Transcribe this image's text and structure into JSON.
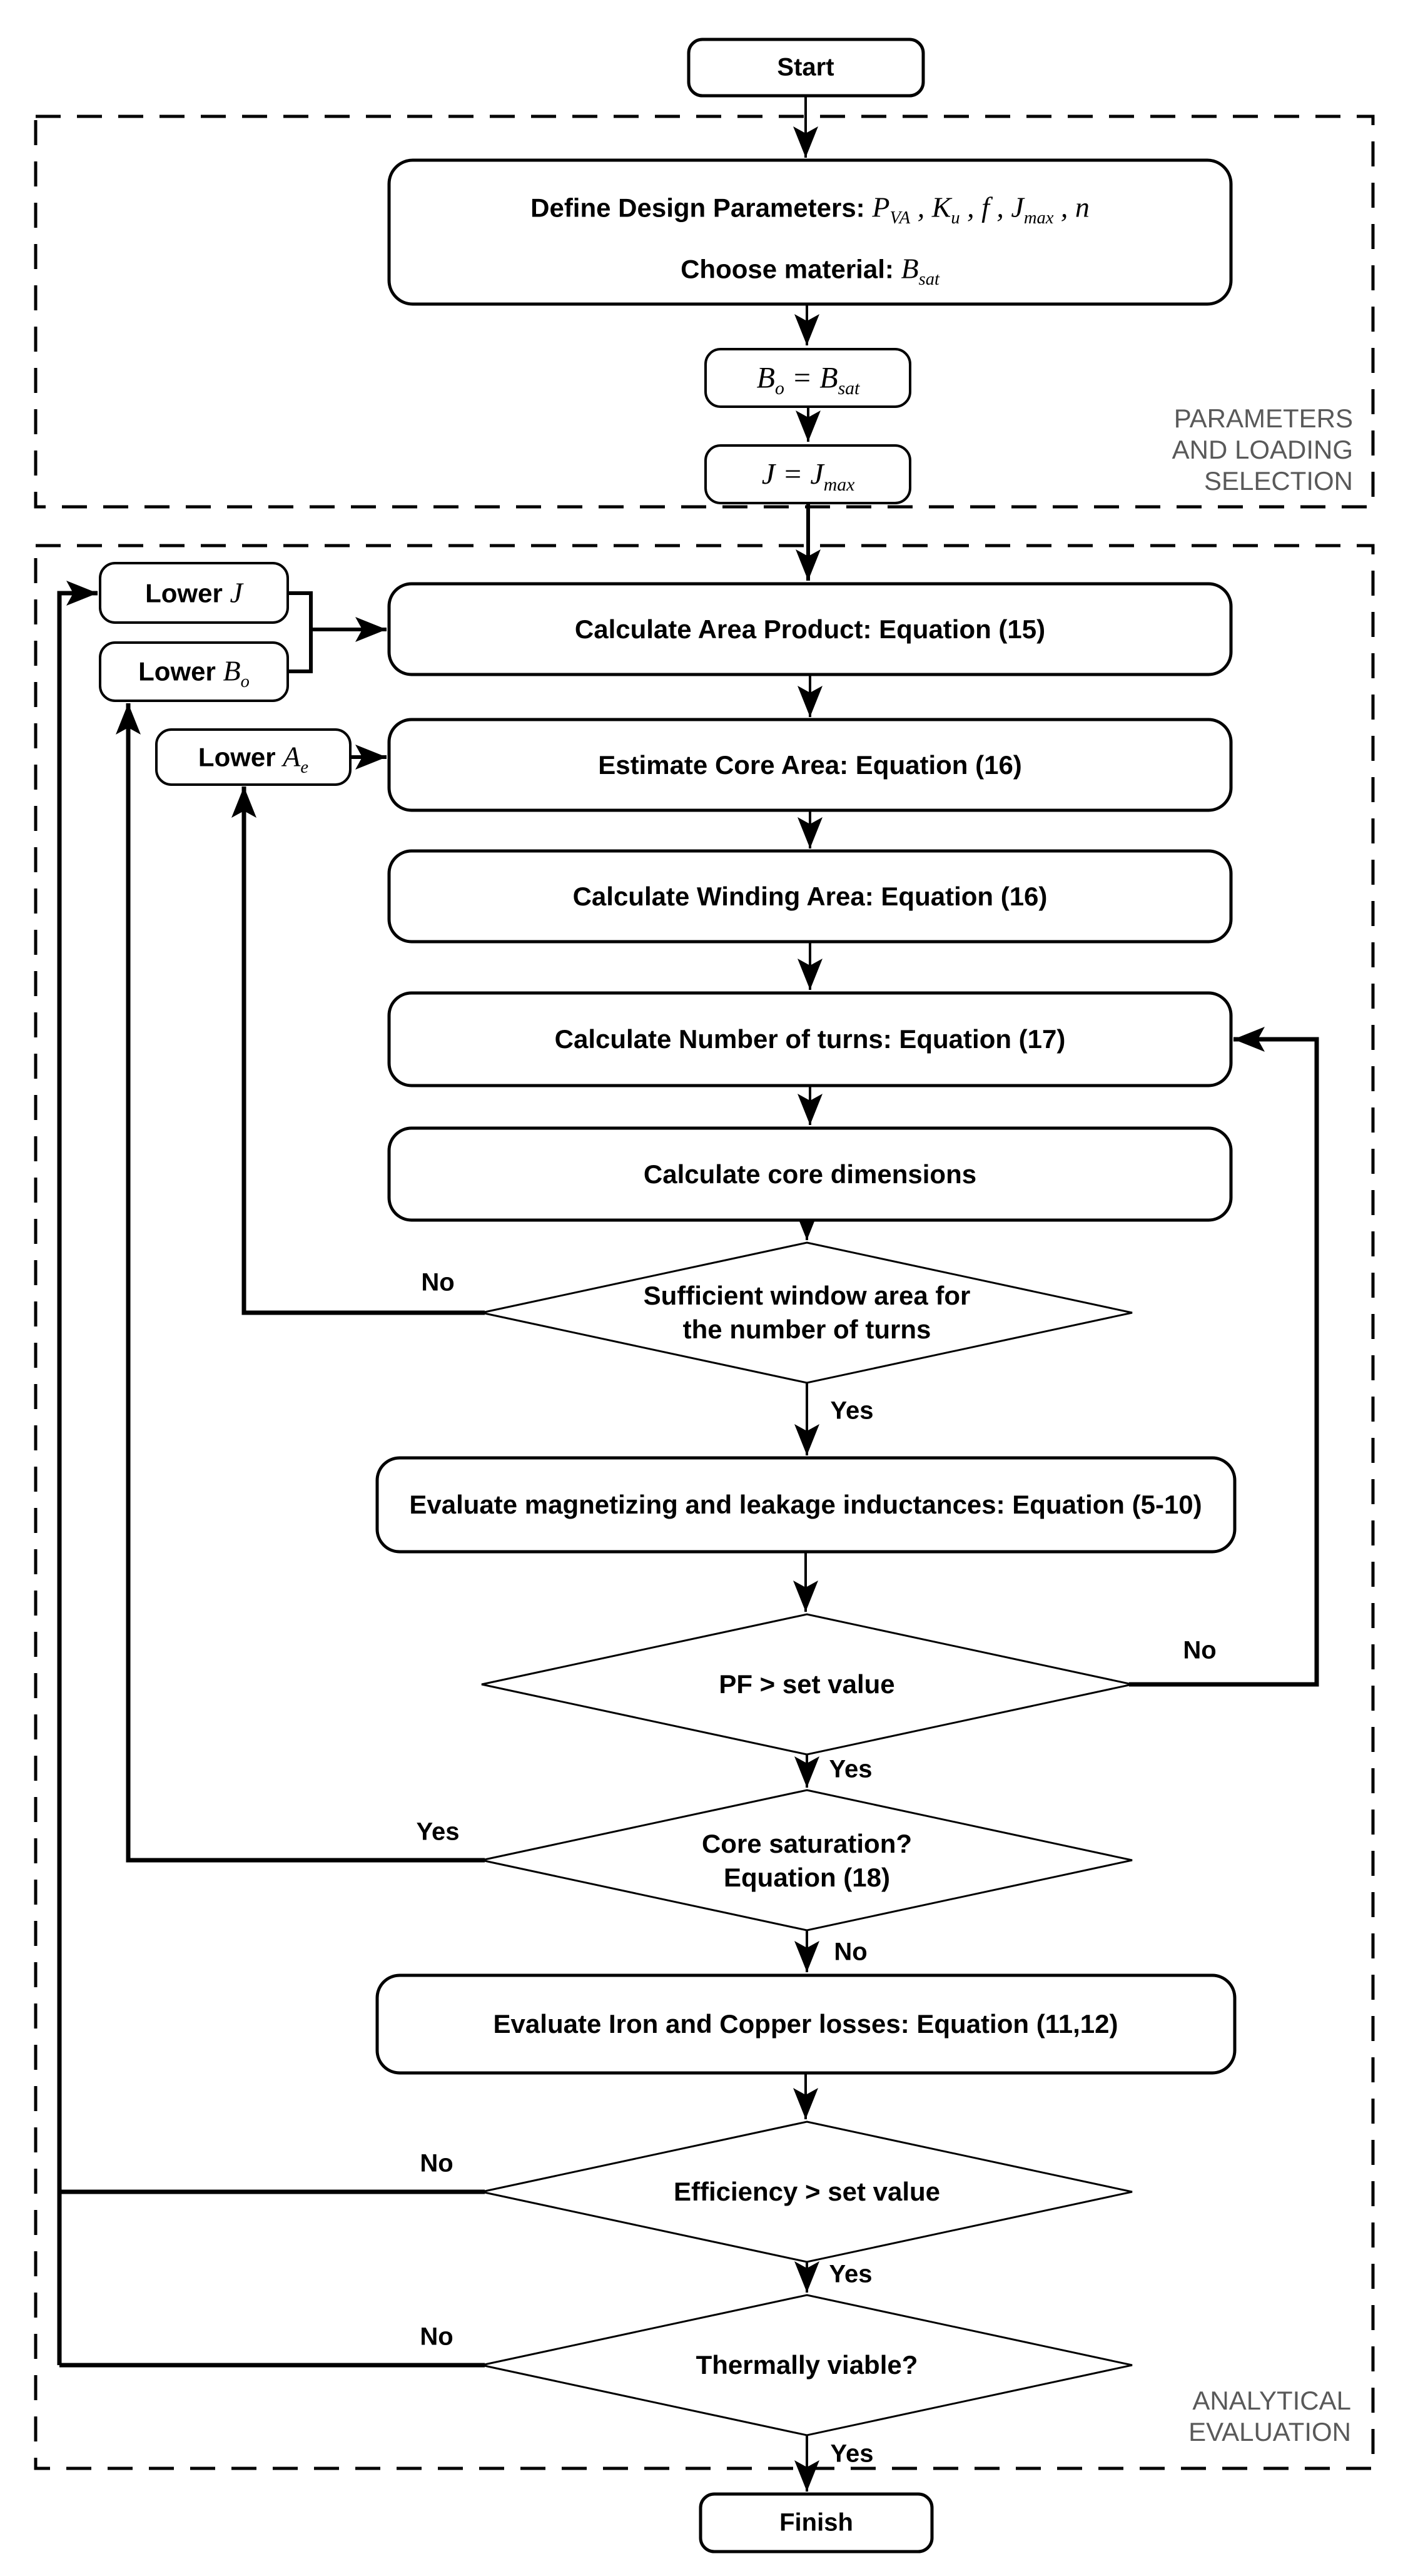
{
  "sections": {
    "top": {
      "lines": [
        "PARAMETERS",
        "AND LOADING",
        "SELECTION"
      ]
    },
    "bottom": {
      "lines": [
        "ANALYTICAL",
        "EVALUATION"
      ]
    }
  },
  "nodes": {
    "start": "Start",
    "define_line1_label": "Define Design Parameters:",
    "define_line1_math": "P_{VA} , K_{u} , f , J_{max} , n",
    "define_line2_label": "Choose material:",
    "define_line2_math": "B_{sat}",
    "set_flux": "B_{o} = B_{sat}",
    "set_current": "J = J_{max}",
    "lower_j_label": "Lower",
    "lower_j_math": "J",
    "lower_bo_label": "Lower",
    "lower_bo_math": "B_{o}",
    "lower_ae_label": "Lower",
    "lower_ae_math": "A_{e}",
    "calc_area_product": "Calculate Area Product: Equation (15)",
    "estimate_core_area": "Estimate Core Area: Equation (16)",
    "calc_winding_area": "Calculate Winding Area: Equation (16)",
    "calc_turns": "Calculate Number of turns: Equation (17)",
    "calc_core_dimensions": "Calculate core dimensions",
    "decision_window_line1": "Sufficient window area for",
    "decision_window_line2": "the number of turns",
    "eval_inductances": "Evaluate magnetizing and leakage inductances: Equation (5-10)",
    "decision_pf": "PF > set value",
    "decision_saturation_line1": "Core saturation?",
    "decision_saturation_line2": "Equation (18)",
    "eval_losses": "Evaluate Iron and Copper losses: Equation (11,12)",
    "decision_efficiency": "Efficiency > set value",
    "decision_thermal": "Thermally viable?",
    "finish": "Finish"
  },
  "edge_labels": {
    "window_no": "No",
    "window_yes": "Yes",
    "pf_no": "No",
    "pf_yes": "Yes",
    "saturation_yes": "Yes",
    "saturation_no": "No",
    "efficiency_no": "No",
    "efficiency_yes": "Yes",
    "thermal_no": "No",
    "thermal_yes": "Yes"
  },
  "colors": {
    "line": "#000000",
    "section_label": "#595959",
    "node_fill": "#ffffff",
    "background": "#ffffff"
  }
}
